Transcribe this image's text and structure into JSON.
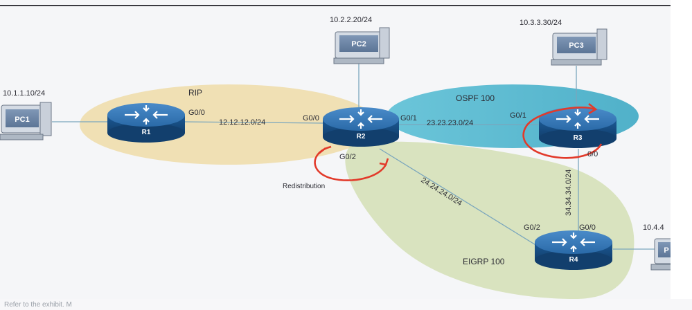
{
  "colors": {
    "rip_zone": "#efdca8",
    "ospf_zone": "#4fb7cf",
    "eigrp_zone": "#cfdcac",
    "router_body": "#1f5f9e",
    "link": "#7aa6bd",
    "redistribution_arrow": "#e23a2a",
    "pc_screen": "#6f87a6"
  },
  "icons": {
    "router": "router-icon",
    "pc": "pc-icon",
    "redistribution": "circular-arrow-icon"
  },
  "zones": {
    "rip": "RIP",
    "ospf": "OSPF 100",
    "eigrp": "EIGRP 100"
  },
  "routers": {
    "r1": "R1",
    "r2": "R2",
    "r3": "R3",
    "r4": "R4"
  },
  "pcs": {
    "pc1": {
      "name": "PC1",
      "ip": "10.1.1.10/24"
    },
    "pc2": {
      "name": "PC2",
      "ip": "10.2.2.20/24"
    },
    "pc3": {
      "name": "PC3",
      "ip": "10.3.3.30/24"
    },
    "pc4": {
      "name": "P",
      "ip": "10.4.4"
    }
  },
  "interfaces": {
    "r1_g00": "G0/0",
    "r2_g00": "G0/0",
    "r2_g01": "G0/1",
    "r2_g02": "G0/2",
    "r3_g01": "G0/1",
    "r3_g00": "0/0",
    "r4_g02": "G0/2",
    "r4_g00": "G0/0"
  },
  "subnets": {
    "r1_r2": "12.12.12.0/24",
    "r2_r3": "23.23.23.0/24",
    "r2_r4": "24.24.24.0/24",
    "r3_r4": "34.34.34.0/24"
  },
  "annotations": {
    "redistribution": "Redistribution"
  },
  "footer": {
    "text": "Refer to the exhibit. M"
  }
}
